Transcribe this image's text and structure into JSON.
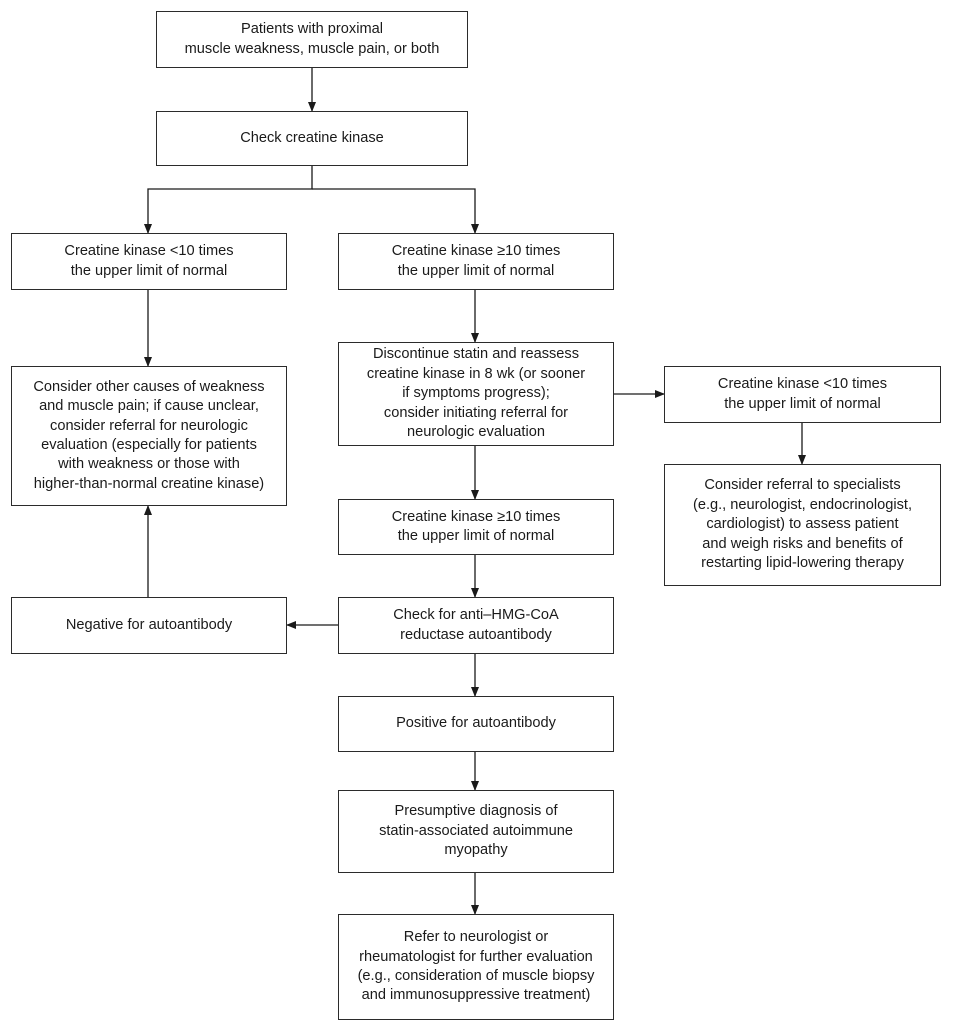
{
  "nodes": {
    "start": "Patients with proximal\nmuscle weakness, muscle pain, or both",
    "check_ck": "Check creatine kinase",
    "ck_low": "Creatine kinase <10 times\nthe upper limit of normal",
    "ck_high": "Creatine kinase ≥10 times\nthe upper limit of normal",
    "other_causes": "Consider other causes of weakness\nand muscle pain; if cause unclear,\nconsider referral for neurologic\nevaluation (especially for patients\nwith weakness or those with\nhigher-than-normal creatine kinase)",
    "discontinue": "Discontinue statin and reassess\ncreatine kinase in 8 wk (or sooner\nif symptoms progress);\nconsider initiating referral for\nneurologic evaluation",
    "reassess_low": "Creatine kinase <10 times\nthe upper limit of normal",
    "specialists": "Consider referral to specialists\n(e.g., neurologist, endocrinologist,\ncardiologist) to assess patient\nand weigh risks and benefits of\nrestarting lipid-lowering therapy",
    "reassess_high": "Creatine kinase ≥10 times\nthe upper limit of normal",
    "check_antibody": "Check for anti–HMG-CoA\nreductase autoantibody",
    "negative": "Negative for autoantibody",
    "positive": "Positive for autoantibody",
    "diagnosis": "Presumptive diagnosis of\nstatin-associated autoimmune\nmyopathy",
    "refer": "Refer to neurologist or\nrheumatologist for further evaluation\n(e.g., consideration of muscle biopsy\nand immunosuppressive treatment)"
  }
}
